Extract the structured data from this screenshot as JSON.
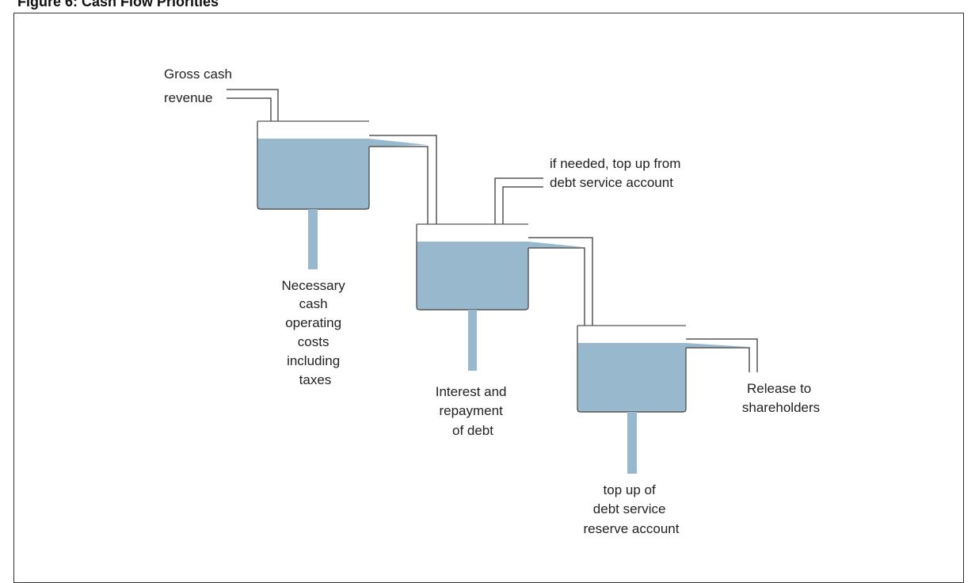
{
  "figure": {
    "title": "Figure 6: Cash Flow Priorities"
  },
  "labels": {
    "gross_cash_revenue": [
      "Gross cash",
      "revenue"
    ],
    "operating_costs": [
      "Necessary",
      "cash",
      "operating",
      "costs",
      "including",
      "taxes"
    ],
    "top_up_from": [
      "if needed, top up from",
      "debt service account"
    ],
    "interest_repayment": [
      "Interest and",
      "repayment",
      "of debt"
    ],
    "release": [
      "Release to",
      "shareholders"
    ],
    "top_up_reserve": [
      "top up of",
      "debt service",
      "reserve account"
    ]
  },
  "colors": {
    "liquid": "#98b9cd",
    "outline": "#555555",
    "frame": "#333333"
  }
}
